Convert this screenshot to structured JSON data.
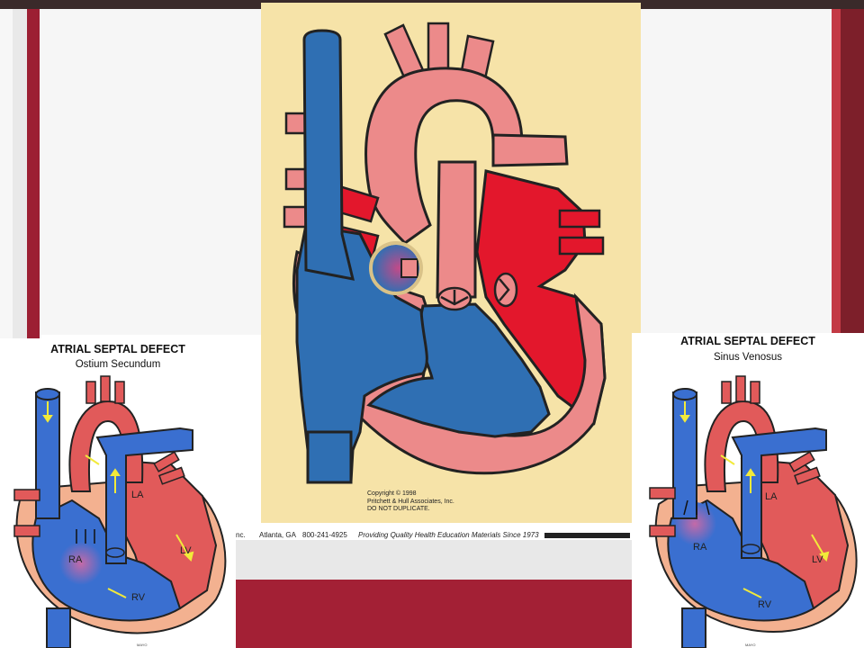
{
  "poster": {
    "copyright_lines": [
      "Copyright © 1998",
      "Pritchett & Hull Associates, Inc.",
      "DO NOT DUPLICATE."
    ],
    "footer": {
      "company_suffix": "nc.",
      "city": "Atlanta, GA",
      "phone": "800-241-4925",
      "tagline": "Providing Quality Health Education Materials Since 1973"
    }
  },
  "insets": [
    {
      "title": "ATRIAL SEPTAL DEFECT",
      "subtitle": "Ostium Secundum",
      "labels": {
        "la": "LA",
        "lv": "LV",
        "ra": "RA",
        "rv": "RV"
      },
      "mark": "MAYO"
    },
    {
      "title": "ATRIAL SEPTAL DEFECT",
      "subtitle": "Sinus Venosus",
      "labels": {
        "la": "LA",
        "lv": "LV",
        "ra": "RA",
        "rv": "RV"
      },
      "mark": "MAYO"
    }
  ],
  "colors": {
    "poster_bg": "#f6e3a8",
    "venous_blue": "#2f6fb3",
    "arterial_pink": "#ec8a8a",
    "oxygenated_red": "#e3172c",
    "frame_red": "#a32035",
    "highlight_ring": "#d9c288",
    "arrow_yellow": "#f2ea3a"
  }
}
